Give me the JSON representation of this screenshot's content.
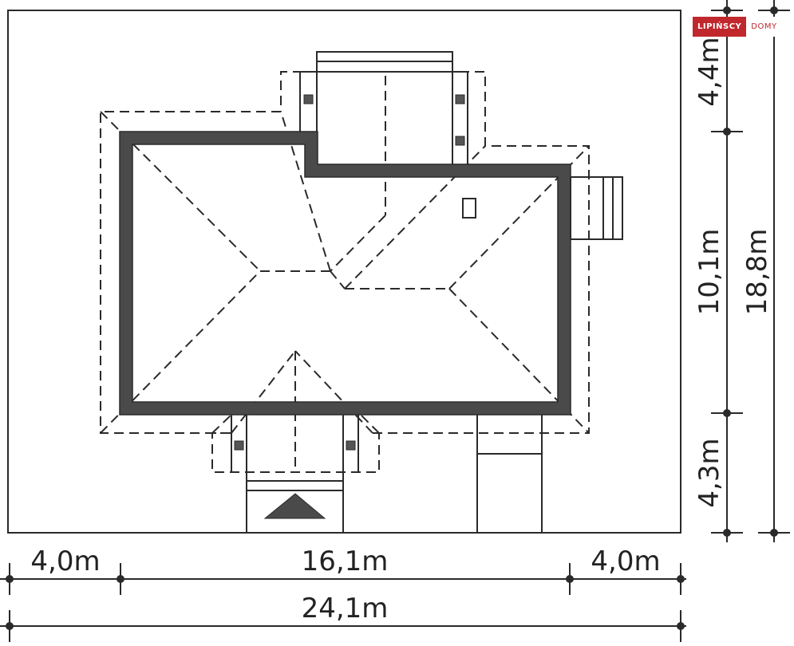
{
  "logo": {
    "part1": "LIPIŃSCY",
    "part2": "DOMY",
    "color": "#c0282d"
  },
  "dimensions": {
    "bottom_left": "4,0m",
    "bottom_middle": "16,1m",
    "bottom_right": "4,0m",
    "bottom_total": "24,1m",
    "right_top": "4,4m",
    "right_middle": "10,1m",
    "right_bottom": "4,3m",
    "right_total": "18,8m"
  },
  "colors": {
    "wall": "#4a4a4a",
    "line": "#2a2a2a",
    "background": "#ffffff"
  }
}
